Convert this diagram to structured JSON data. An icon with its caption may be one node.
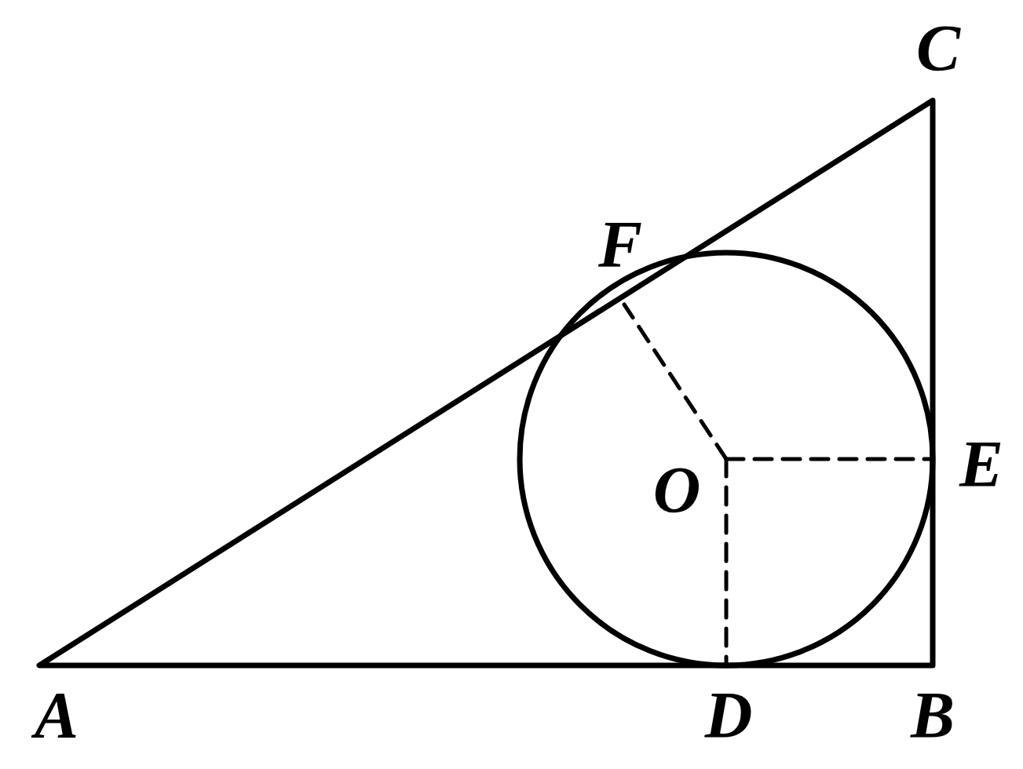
{
  "diagram": {
    "labels": [
      "C",
      "F",
      "O",
      "E",
      "A",
      "D",
      "B"
    ]
  }
}
